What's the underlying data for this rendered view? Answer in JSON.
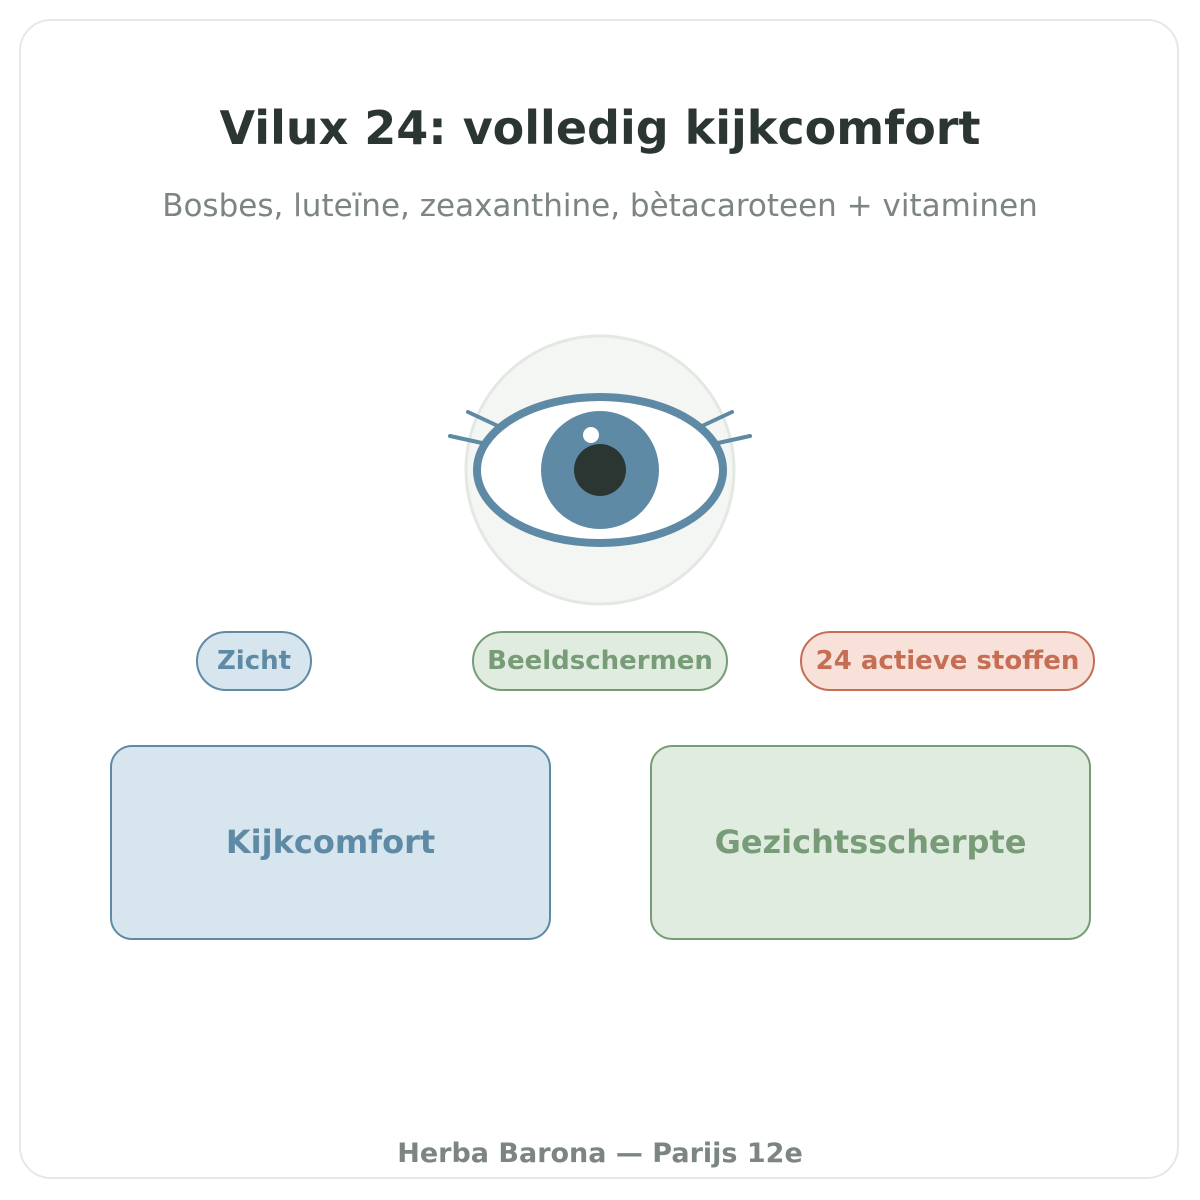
{
  "header": {
    "title": "Vilux 24: volledig kijkcomfort",
    "subtitle": "Bosbes, luteïne, zeaxanthine, bètacaroteen + vitaminen"
  },
  "illustration": {
    "icon": "eye-icon",
    "colors": {
      "circle_bg": "#f4f6f3",
      "circle_border": "#e4e8e3",
      "eye_outline": "#5f8aa5",
      "iris": "#5f8aa5",
      "pupil": "#2b3632"
    }
  },
  "tags": [
    {
      "label": "Zicht",
      "color": "#5f8aa5"
    },
    {
      "label": "Beeldschermen",
      "color": "#779c77"
    },
    {
      "label": "24 actieve stoffen",
      "color": "#c66e55"
    }
  ],
  "benefits": [
    {
      "label": "Kijkcomfort",
      "color": "#5f8aa5"
    },
    {
      "label": "Gezichtsscherpte",
      "color": "#779c77"
    }
  ],
  "footer": {
    "text": "Herba Barona — Parijs 12e"
  }
}
